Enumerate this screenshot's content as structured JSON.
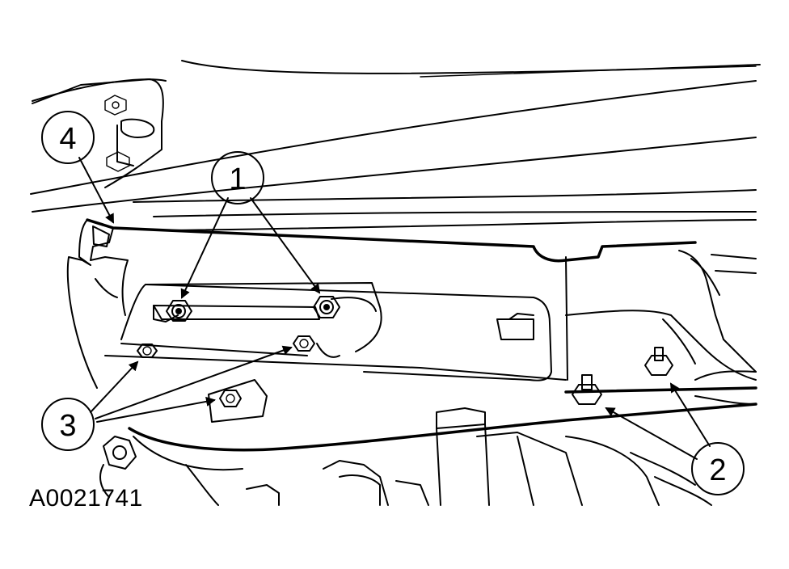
{
  "figure_id": "A0021741",
  "callouts": [
    {
      "id": "c1",
      "label": "1"
    },
    {
      "id": "c2",
      "label": "2"
    },
    {
      "id": "c3",
      "label": "3"
    },
    {
      "id": "c4",
      "label": "4"
    }
  ],
  "colors": {
    "line": "#000000",
    "background": "#ffffff"
  }
}
